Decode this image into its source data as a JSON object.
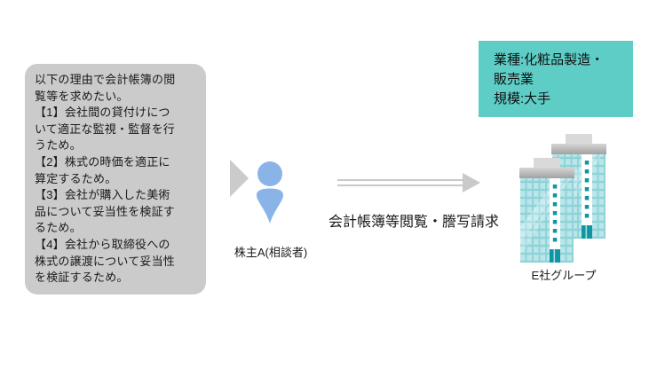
{
  "diagram": {
    "consultation_bubble": {
      "text": "以下の理由で会計帳簿の閲\n覧等を求めたい。\n【1】会社間の貸付けにつ\nいて適正な監視・監督を行\nうため。\n【2】株式の時価を適正に\n算定するため。\n【3】会社が購入した美術\n品について妥当性を検証す\nるため。\n【4】会社から取締役への\n株式の譲渡について妥当性\nを検証するため。"
    },
    "shareholder": {
      "label": "株主A(相談者)"
    },
    "request": {
      "label": "会計帳簿等閲覧・謄写請求"
    },
    "company_info": {
      "text": "業種:化粧品製造・\n   販売業\n規模:大手"
    },
    "company": {
      "label": "E社グループ"
    }
  },
  "colors": {
    "bubble_gray": "#cbcbcb",
    "person_blue": "#8ab4e8",
    "arrow_gray": "#c9c9c9",
    "info_box_teal": "#5ecdc6",
    "building_teal_light": "#b9e6e9",
    "building_teal_grid": "#8ed2d8",
    "building_teal_dark": "#0f96a2",
    "building_cap_gray": "#bfbfbf",
    "text_dark": "#1a1a1a"
  }
}
